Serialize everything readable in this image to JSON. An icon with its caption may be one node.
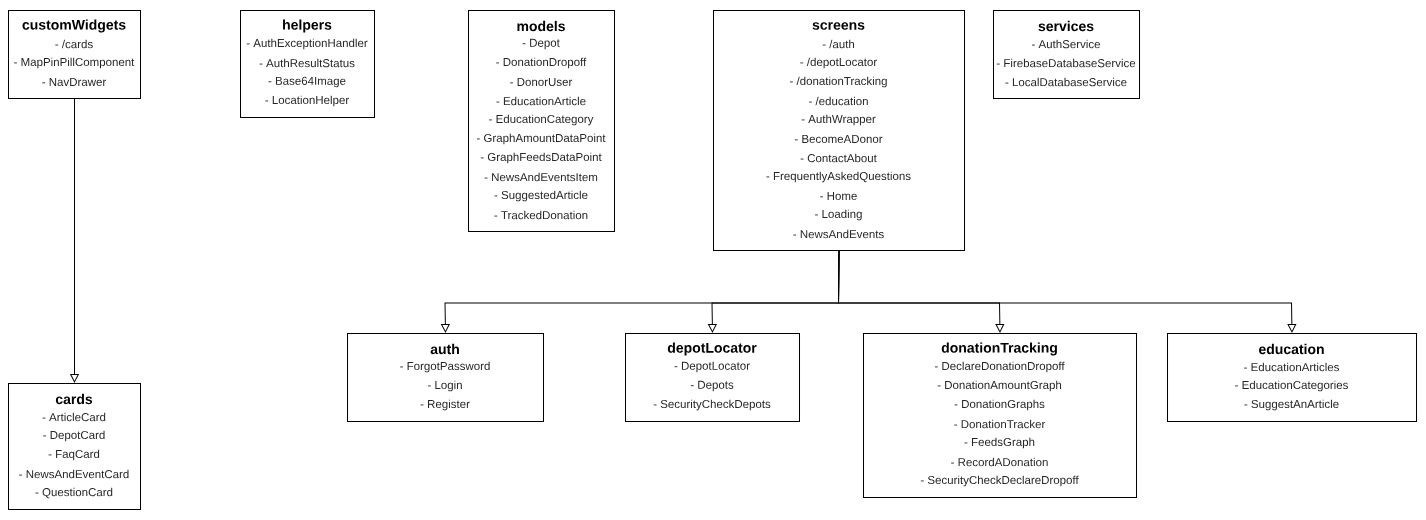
{
  "diagram": {
    "nodes": [
      {
        "text": [
          "customWidgets",
          "- /cards",
          "- MapPinPillComponent",
          "- NavDrawer"
        ]
      },
      {
        "text": [
          "helpers",
          "- AuthExceptionHandler",
          "- AuthResultStatus",
          "- Base64Image",
          "- LocationHelper"
        ]
      },
      {
        "text": [
          "models",
          "- Depot",
          "- DonationDropoff",
          "- DonorUser",
          "- EducationArticle",
          "- EducationCategory",
          "- GraphAmountDataPoint",
          "- GraphFeedsDataPoint",
          "- NewsAndEventsItem",
          "- SuggestedArticle",
          "- TrackedDonation"
        ]
      },
      {
        "text": [
          "screens",
          "- /auth",
          "- /depotLocator",
          "- /donationTracking",
          "- /education",
          "- AuthWrapper",
          "- BecomeADonor",
          "- ContactAbout",
          "- FrequentlyAskedQuestions",
          "- Home",
          "- Loading",
          "- NewsAndEvents"
        ]
      },
      {
        "text": [
          "services",
          "- AuthService",
          "- FirebaseDatabaseService",
          "- LocalDatabaseService"
        ]
      },
      {
        "text": [
          "cards",
          "- ArticleCard",
          "- DepotCard",
          "- FaqCard",
          "- NewsAndEventCard",
          "- QuestionCard"
        ]
      },
      {
        "text": [
          "auth",
          "- ForgotPassword",
          "- Login",
          "- Register"
        ]
      },
      {
        "text": [
          "depotLocator",
          "- DepotLocator",
          "- Depots",
          "- SecurityCheckDepots"
        ]
      },
      {
        "text": [
          "donationTracking",
          "- DeclareDonationDropoff",
          "- DonationAmountGraph",
          "- DonationGraphs",
          "- DonationTracker",
          "- FeedsGraph",
          "- RecordADonation",
          "- SecurityCheckDeclareDropoff"
        ]
      },
      {
        "text": [
          "education",
          "- EducationArticles",
          "- EducationCategories",
          "- SuggestAnArticle"
        ]
      }
    ],
    "edges": [
      {
        "from": 0,
        "to": 5,
        "arrow": "to"
      },
      {
        "from": 3,
        "to": 6,
        "arrow": "to"
      },
      {
        "from": 3,
        "to": 7,
        "arrow": "to"
      },
      {
        "from": 3,
        "to": 8,
        "arrow": "to"
      },
      {
        "from": 3,
        "to": 9,
        "arrow": "to"
      }
    ]
  }
}
